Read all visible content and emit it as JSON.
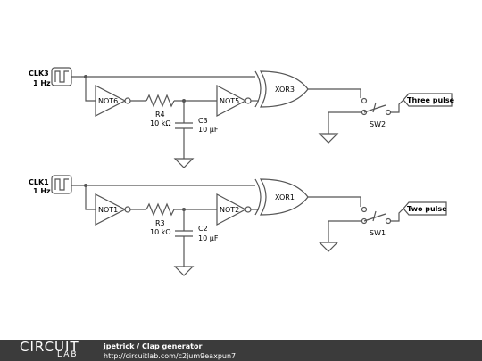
{
  "circuit": {
    "top": {
      "clock_name": "CLK3",
      "clock_freq": "1 Hz",
      "not_in": "NOT6",
      "not_out": "NOT5",
      "resistor_name": "R4",
      "resistor_value": "10 kΩ",
      "cap_name": "C3",
      "cap_value": "10 μF",
      "xor_name": "XOR3",
      "switch_name": "SW2",
      "output_label": "Three pulse"
    },
    "bottom": {
      "clock_name": "CLK1",
      "clock_freq": "1 Hz",
      "not_in": "NOT1",
      "not_out": "NOT2",
      "resistor_name": "R3",
      "resistor_value": "10 kΩ",
      "cap_name": "C2",
      "cap_value": "10 μF",
      "xor_name": "XOR1",
      "switch_name": "SW1",
      "output_label": "Two pulse"
    }
  },
  "footer": {
    "logo_top": "CIRCUIT",
    "logo_bottom": "LAB",
    "author": "jpetrick",
    "separator": "/",
    "title": "Clap generator",
    "url": "http://circuitlab.com/c2jum9eaxpun7"
  }
}
